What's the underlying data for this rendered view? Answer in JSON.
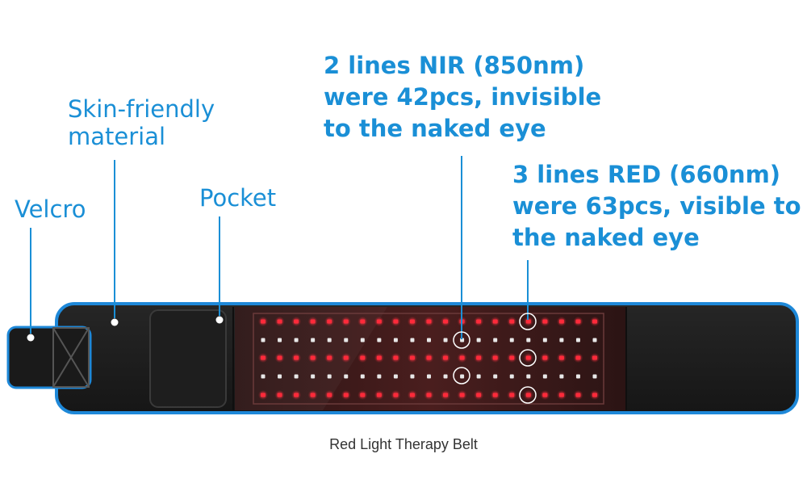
{
  "labels": {
    "velcro": "Velcro",
    "skin_line1": "Skin-friendly",
    "skin_line2": "material",
    "pocket": "Pocket",
    "nir_line1": "2 lines NIR (850nm)",
    "nir_line2": "were 42pcs, invisible",
    "nir_line3": "to the naked eye",
    "red_line1": "3 lines RED (660nm)",
    "red_line2": "were 63pcs, visible to",
    "red_line3": "the naked eye"
  },
  "caption": "Red Light Therapy Belt",
  "led_rows": [
    "red",
    "nir",
    "red",
    "nir",
    "red"
  ],
  "leds_per_row": 21,
  "colors": {
    "accent": "#1a8fd6",
    "belt_body": "#1c1c1c",
    "belt_outline": "#1e88d8",
    "panel": "#3a1a1a",
    "red_led": "#ff2a3a",
    "nir_led": "#e8e8e8"
  }
}
